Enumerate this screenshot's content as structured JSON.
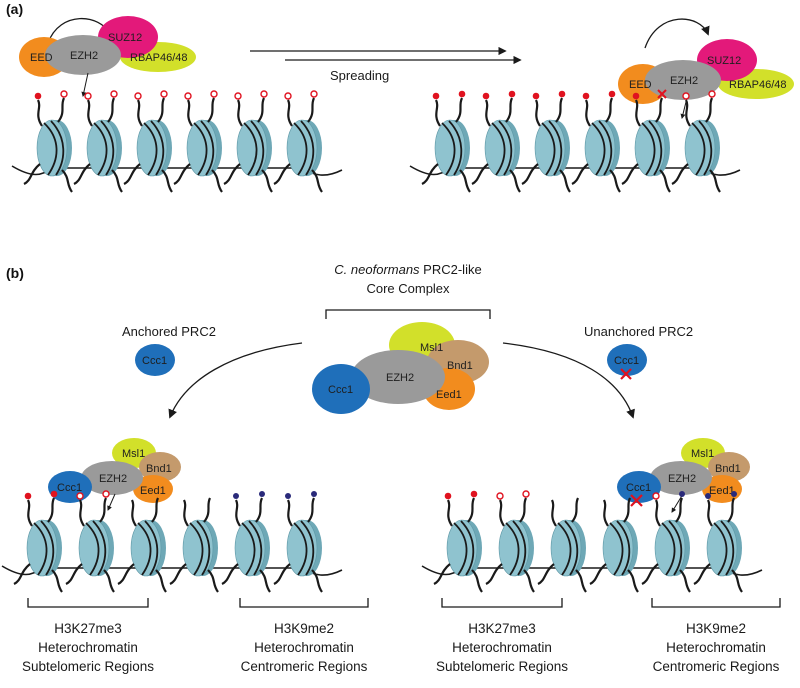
{
  "panels": {
    "a": {
      "label": "(a)",
      "arrow_text": "Spreading",
      "complex": {
        "eed": "EED",
        "ezh2": "EZH2",
        "suz12": "SUZ12",
        "rbap": "RBAP46/48"
      }
    },
    "b": {
      "label": "(b)",
      "title_italic": "C. neoformans",
      "title_rest": " PRC2-like",
      "title_line2": "Core Complex",
      "anchored_label": "Anchored PRC2",
      "unanchored_label": "Unanchored PRC2",
      "complex": {
        "ccc1": "Ccc1",
        "ezh2": "EZH2",
        "msl1": "Msl1",
        "bnd1": "Bnd1",
        "eed1": "Eed1"
      },
      "regions": {
        "h3k27": [
          "H3K27me3",
          "Heterochromatin",
          "Subtelomeric Regions"
        ],
        "h3k9": [
          "H3K9me2",
          "Heterochromatin",
          "Centromeric Regions"
        ]
      }
    }
  },
  "colors": {
    "nucleosome": "#8fc3cf",
    "dna": "#1a1a1a",
    "mark_k27me3": "#e0121f",
    "mark_k9me2": "#2a2a7a",
    "eed": "#f28c1e",
    "ezh2": "#9a9a9a",
    "suz12": "#e3197a",
    "rbap": "#d2e02a",
    "ccc1": "#1f6fba",
    "msl1": "#d2e02a",
    "bnd1": "#c49a6c",
    "eed1": "#f28c1e",
    "cross": "#e0121f"
  }
}
